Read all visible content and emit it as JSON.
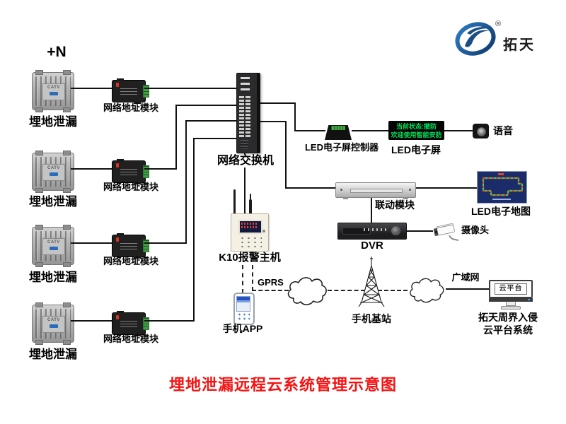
{
  "logo": {
    "reg": "®",
    "text": "拓天"
  },
  "plus_n": "+N",
  "field_device_plate": "CATV",
  "field_rows": [
    {
      "device": "埋地泄漏",
      "module": "网络地址模块"
    },
    {
      "device": "埋地泄漏",
      "module": "网络地址模块"
    },
    {
      "device": "埋地泄漏",
      "module": "网络地址模块"
    },
    {
      "device": "埋地泄漏",
      "module": "网络地址模块"
    }
  ],
  "switch_label": "网络交换机",
  "led_controller_label": "LED电子屏控制器",
  "led_screen": {
    "label": "LED电子屏",
    "line1": "当前状态:撤防",
    "line2": "欢迎使用智能安防"
  },
  "voice_label": "语音",
  "linkage_label": "联动模块",
  "led_map_label": "LED电子地图",
  "dvr_label": "DVR",
  "camera_label": "摄像头",
  "k10_label": "K10报警主机",
  "gprs_label": "GPRS",
  "phone_app_label": "手机APP",
  "base_station_label": "手机基站",
  "wan_label": "广域网",
  "cloud_platform": {
    "screen": "云平台",
    "line1": "拓天周界入侵",
    "line2": "云平台系统"
  },
  "diagram_title": "埋地泄漏远程云系统管理示意图",
  "colors": {
    "title_red": "#f61212",
    "led_green": "#00e05a",
    "logo_blue": "#1b4e86"
  }
}
